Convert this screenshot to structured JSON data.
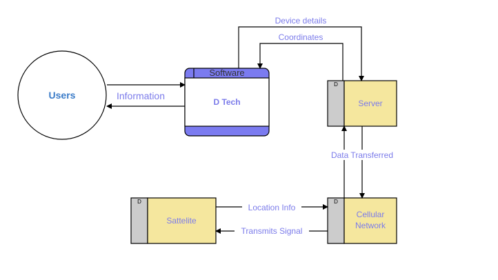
{
  "colors": {
    "label": "#7b7bea",
    "users_text": "#3a7bc8",
    "process_band": "#7b7bf0",
    "store_fill": "#f5e79e",
    "store_tab": "#cccccc",
    "line": "#000000"
  },
  "entity": {
    "label": "Users"
  },
  "process": {
    "header": "Software",
    "label": "D Tech"
  },
  "stores": {
    "server": {
      "tag": "D",
      "label": "Server"
    },
    "cellular": {
      "tag": "D",
      "label_line1": "Cellular",
      "label_line2": "Network"
    },
    "satellite": {
      "tag": "D",
      "label": "Sattelite"
    }
  },
  "flows": {
    "information": "Information",
    "device_details": "Device details",
    "coordinates": "Coordinates",
    "data_transferred": "Data Transferred",
    "location_info": "Location Info",
    "transmits_signal": "Transmits Signal"
  }
}
